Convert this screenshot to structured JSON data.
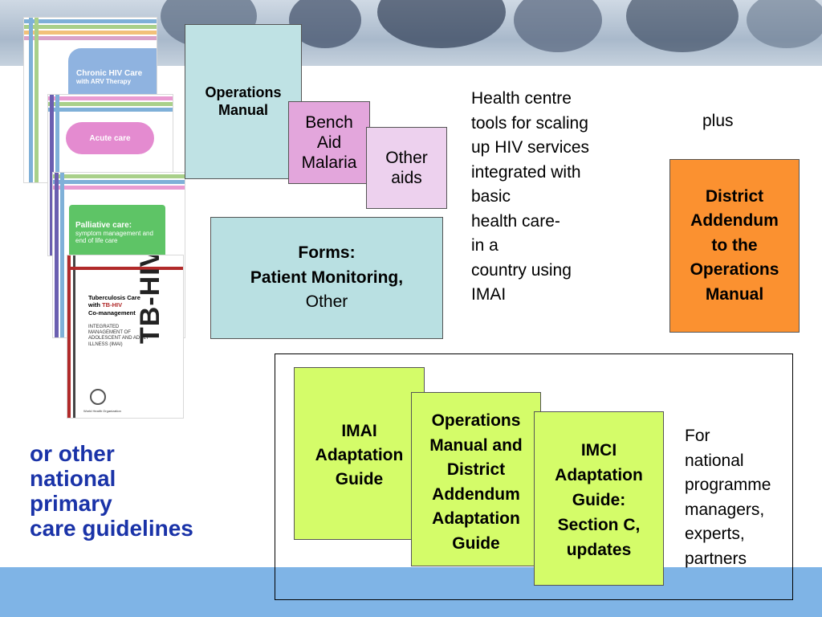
{
  "covers": {
    "chronic": {
      "title": "Chronic HIV Care",
      "subtitle": "with ARV Therapy"
    },
    "acute": {
      "title": "Acute care"
    },
    "palliative": {
      "title": "Palliative care:",
      "subtitle": "symptom management and end of life care"
    },
    "tb": {
      "title": "Tuberculosis Care",
      "with_prefix": "with ",
      "with_highlight": "TB-HIV",
      "comanagement": "Co-management",
      "imai_lines": [
        "INTEGRATED",
        "MANAGEMENT OF",
        "ADOLESCENT AND ADULT",
        "ILLNESS (IMAI)"
      ],
      "spine": "TB-HIV",
      "publisher": "World Health Organization"
    }
  },
  "boxes": {
    "operations_manual": "Operations\nManual",
    "bench_aid": "Bench\nAid\nMalaria",
    "other_aids": "Other\naids",
    "forms_title": "Forms:",
    "forms_line2": "Patient Monitoring,",
    "forms_line3": "Other",
    "district_addendum": "District\nAddendum\nto the\nOperations\nManual",
    "imai_adaptation": "IMAI\nAdaptation\nGuide",
    "ops_district_adaptation": "Operations\nManual and\nDistrict\nAddendum\nAdaptation\nGuide",
    "imci_adaptation": "IMCI\nAdaptation\nGuide:\nSection C,\nupdates"
  },
  "text": {
    "health_centre": "Health centre\ntools for scaling\nup HIV services\nintegrated with\nbasic\nhealth care-\nin a\ncountry using\nIMAI",
    "plus": "plus",
    "for_national": "For\nnational\nprogramme\nmanagers,\nexperts,\npartners",
    "or_other": "or other\nnational\nprimary\ncare guidelines"
  },
  "colors": {
    "operations_manual": "#bfe2e4",
    "bench_aid": "#e3a6dc",
    "other_aids": "#edd1ee",
    "forms": "#b9e0e2",
    "district_addendum": "#fb9130",
    "lime": "#d4fc69",
    "blue_text": "#1a33a8",
    "bottom_band": "#7fb4e6"
  }
}
